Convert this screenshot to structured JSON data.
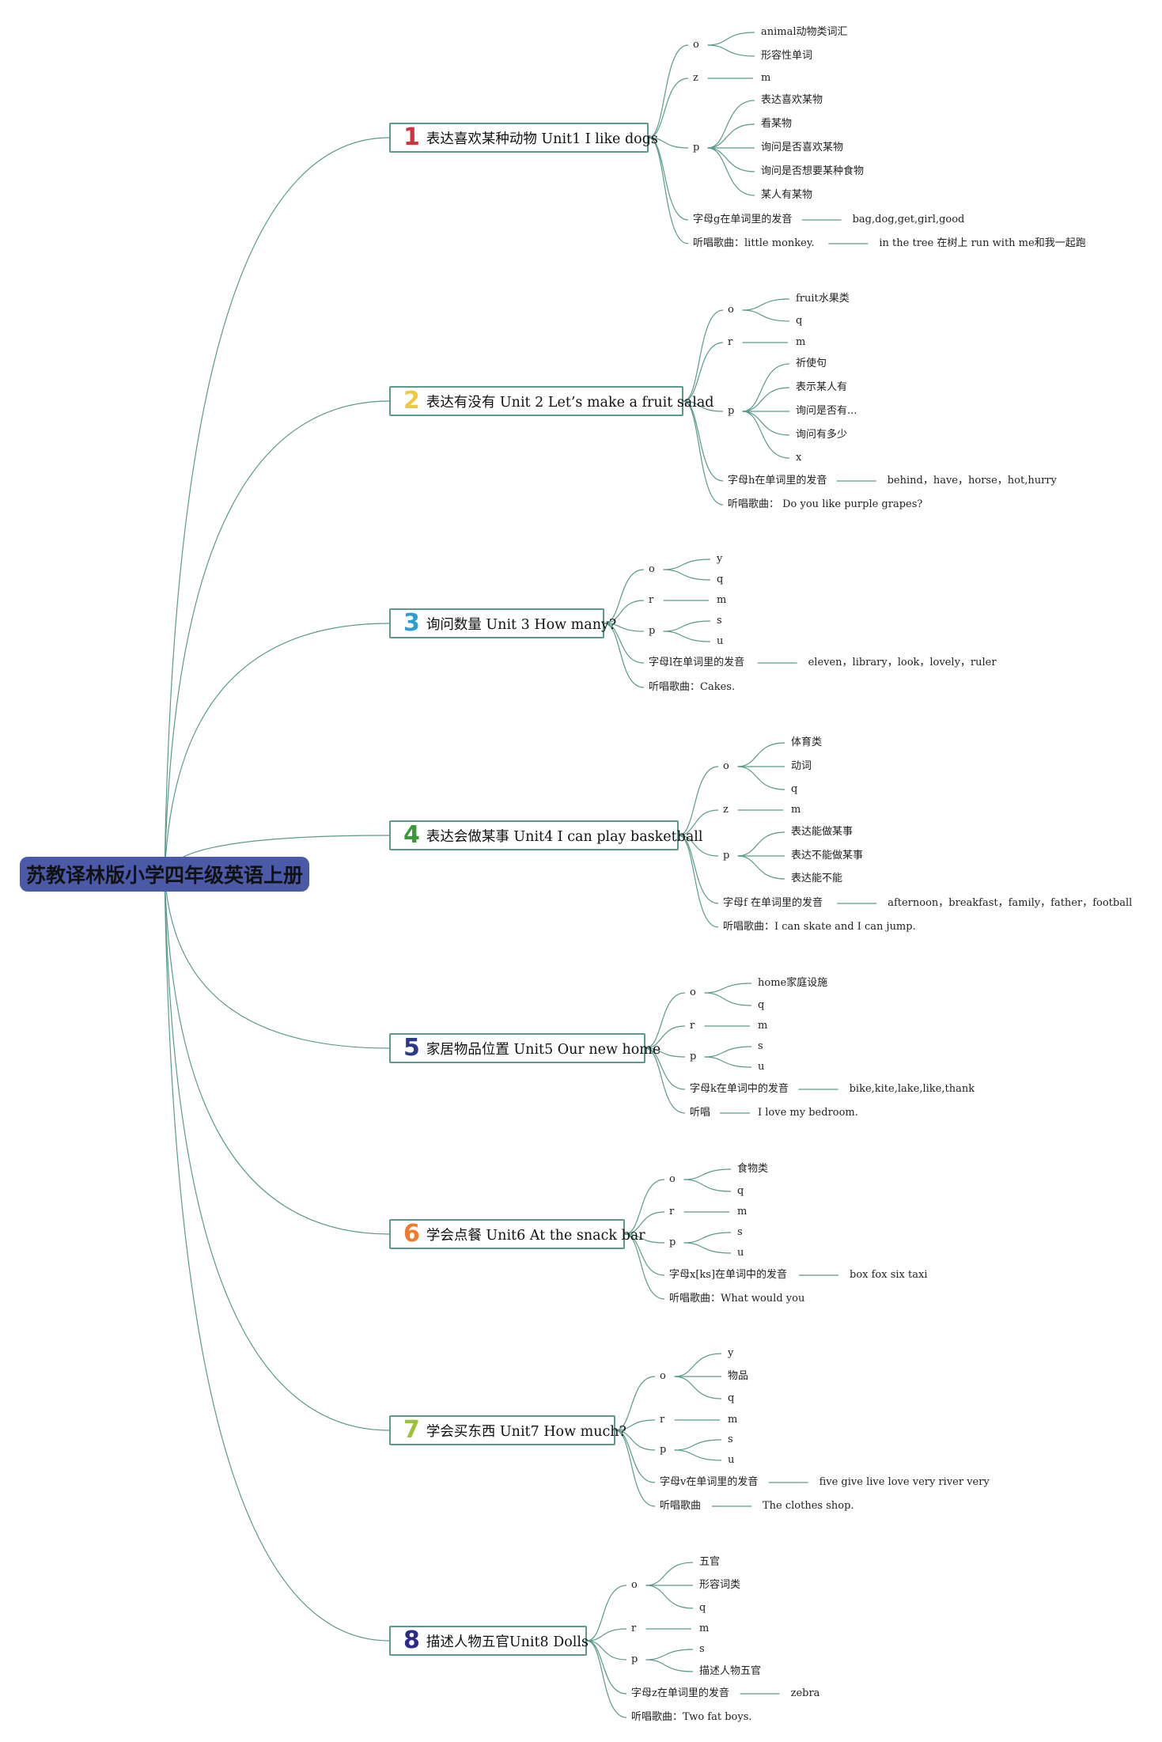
{
  "root": {
    "label": "苏教译林版小学四年级英语上册"
  },
  "colors": {
    "edge": "#5a9a8c",
    "root_bg": "#4a5aa8",
    "unit_border": "#5a9a8c"
  },
  "units": [
    {
      "num": "1",
      "color": "#d0353d",
      "title": "表达喜欢某种动物 Unit1 I like dogs",
      "branches": [
        {
          "label": "o",
          "children": [
            "animal动物类词汇",
            "形容性单词"
          ]
        },
        {
          "label": "z",
          "children": [
            "m"
          ]
        },
        {
          "label": "p",
          "children": [
            "表达喜欢某物",
            "看某物",
            "询问是否喜欢某物",
            "询问是否想要某种食物",
            "某人有某物"
          ]
        },
        {
          "label": "字母g在单词里的发音",
          "children": [
            "bag,dog,get,girl,good"
          ]
        },
        {
          "label": "听唱歌曲：little monkey.",
          "children": [
            "in the tree 在树上 run with me和我一起跑"
          ]
        }
      ]
    },
    {
      "num": "2",
      "color": "#f0c83c",
      "title": "表达有没有 Unit 2 Let’s make a fruit salad",
      "branches": [
        {
          "label": "o",
          "children": [
            "fruit水果类",
            "q"
          ]
        },
        {
          "label": "r",
          "children": [
            "m"
          ]
        },
        {
          "label": "p",
          "children": [
            "祈使句",
            "表示某人有",
            "询问是否有...",
            "询问有多少",
            "x"
          ]
        },
        {
          "label": "字母h在单词里的发音",
          "children": [
            "behind，have，horse，hot,hurry"
          ]
        },
        {
          "label": "听唱歌曲： Do you like purple grapes?",
          "children": []
        }
      ]
    },
    {
      "num": "3",
      "color": "#2a9fd0",
      "title": "询问数量 Unit 3 How many?",
      "branches": [
        {
          "label": "o",
          "children": [
            "y",
            "q"
          ]
        },
        {
          "label": "r",
          "children": [
            "m"
          ]
        },
        {
          "label": "p",
          "children": [
            "s",
            "u"
          ]
        },
        {
          "label": "字母l在单词里的发音",
          "children": [
            "eleven，library，look，lovely，ruler"
          ]
        },
        {
          "label": "听唱歌曲：Cakes.",
          "children": []
        }
      ]
    },
    {
      "num": "4",
      "color": "#3a9a3a",
      "title": "表达会做某事 Unit4 I can play basketball",
      "branches": [
        {
          "label": "o",
          "children": [
            "体育类",
            "动词",
            "q"
          ]
        },
        {
          "label": "z",
          "children": [
            "m"
          ]
        },
        {
          "label": "p",
          "children": [
            "表达能做某事",
            "表达不能做某事",
            "表达能不能"
          ]
        },
        {
          "label": "字母f 在单词里的发音",
          "children": [
            "afternoon，breakfast，family，father，football"
          ]
        },
        {
          "label": "听唱歌曲：I can skate and I can jump.",
          "children": []
        }
      ]
    },
    {
      "num": "5",
      "color": "#2a3a8a",
      "title": "家居物品位置 Unit5 Our new home",
      "branches": [
        {
          "label": "o",
          "children": [
            "home家庭设施",
            "q"
          ]
        },
        {
          "label": "r",
          "children": [
            "m"
          ]
        },
        {
          "label": "p",
          "children": [
            "s",
            "u"
          ]
        },
        {
          "label": "字母k在单词中的发音",
          "children": [
            "bike,kite,lake,like,thank"
          ]
        },
        {
          "label": "听唱",
          "children": [
            "I love my bedroom."
          ]
        }
      ]
    },
    {
      "num": "6",
      "color": "#f07a2a",
      "title": "学会点餐 Unit6 At the snack bar",
      "branches": [
        {
          "label": "o",
          "children": [
            "食物类",
            "q"
          ]
        },
        {
          "label": "r",
          "children": [
            "m"
          ]
        },
        {
          "label": "p",
          "children": [
            "s",
            "u"
          ]
        },
        {
          "label": "字母x[ks]在单词中的发音",
          "children": [
            "box fox six taxi"
          ]
        },
        {
          "label": "听唱歌曲：What would you",
          "children": []
        }
      ]
    },
    {
      "num": "7",
      "color": "#9ac23a",
      "title": "学会买东西 Unit7 How much?",
      "branches": [
        {
          "label": "o",
          "children": [
            "y",
            "物品",
            "q"
          ]
        },
        {
          "label": "r",
          "children": [
            "m"
          ]
        },
        {
          "label": "p",
          "children": [
            "s",
            "u"
          ]
        },
        {
          "label": "字母v在单词里的发音",
          "children": [
            "five give live love very river very"
          ]
        },
        {
          "label": "听唱歌曲",
          "children": [
            "The clothes shop."
          ]
        }
      ]
    },
    {
      "num": "8",
      "color": "#2a2a8a",
      "title": "描述人物五官Unit8 Dolls",
      "branches": [
        {
          "label": "o",
          "children": [
            "五官",
            "形容词类",
            "q"
          ]
        },
        {
          "label": "r",
          "children": [
            "m"
          ]
        },
        {
          "label": "p",
          "children": [
            "s",
            "描述人物五官"
          ]
        },
        {
          "label": "字母z在单词里的发音",
          "children": [
            "zebra"
          ]
        },
        {
          "label": "听唱歌曲：Two fat boys.",
          "children": []
        }
      ]
    }
  ]
}
